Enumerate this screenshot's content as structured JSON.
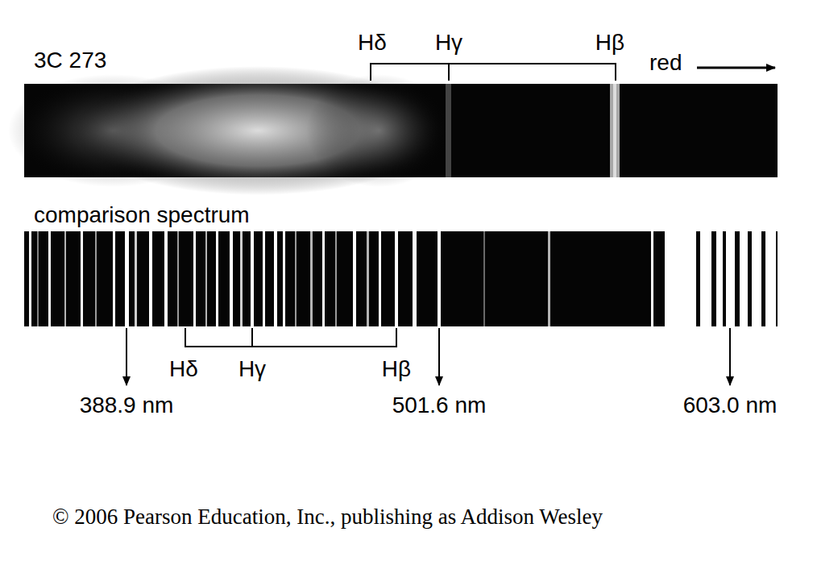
{
  "diagram": {
    "labels": [
      "3C 273",
      "Hδ",
      "Hγ",
      "Hβ",
      "red",
      "comparison spectrum",
      "Hδ",
      "Hγ",
      "Hβ",
      "388.9 nm",
      "501.6 nm",
      "603.0 nm",
      "© 2006 Pearson Education, Inc., publishing as Addison Wesley"
    ]
  }
}
